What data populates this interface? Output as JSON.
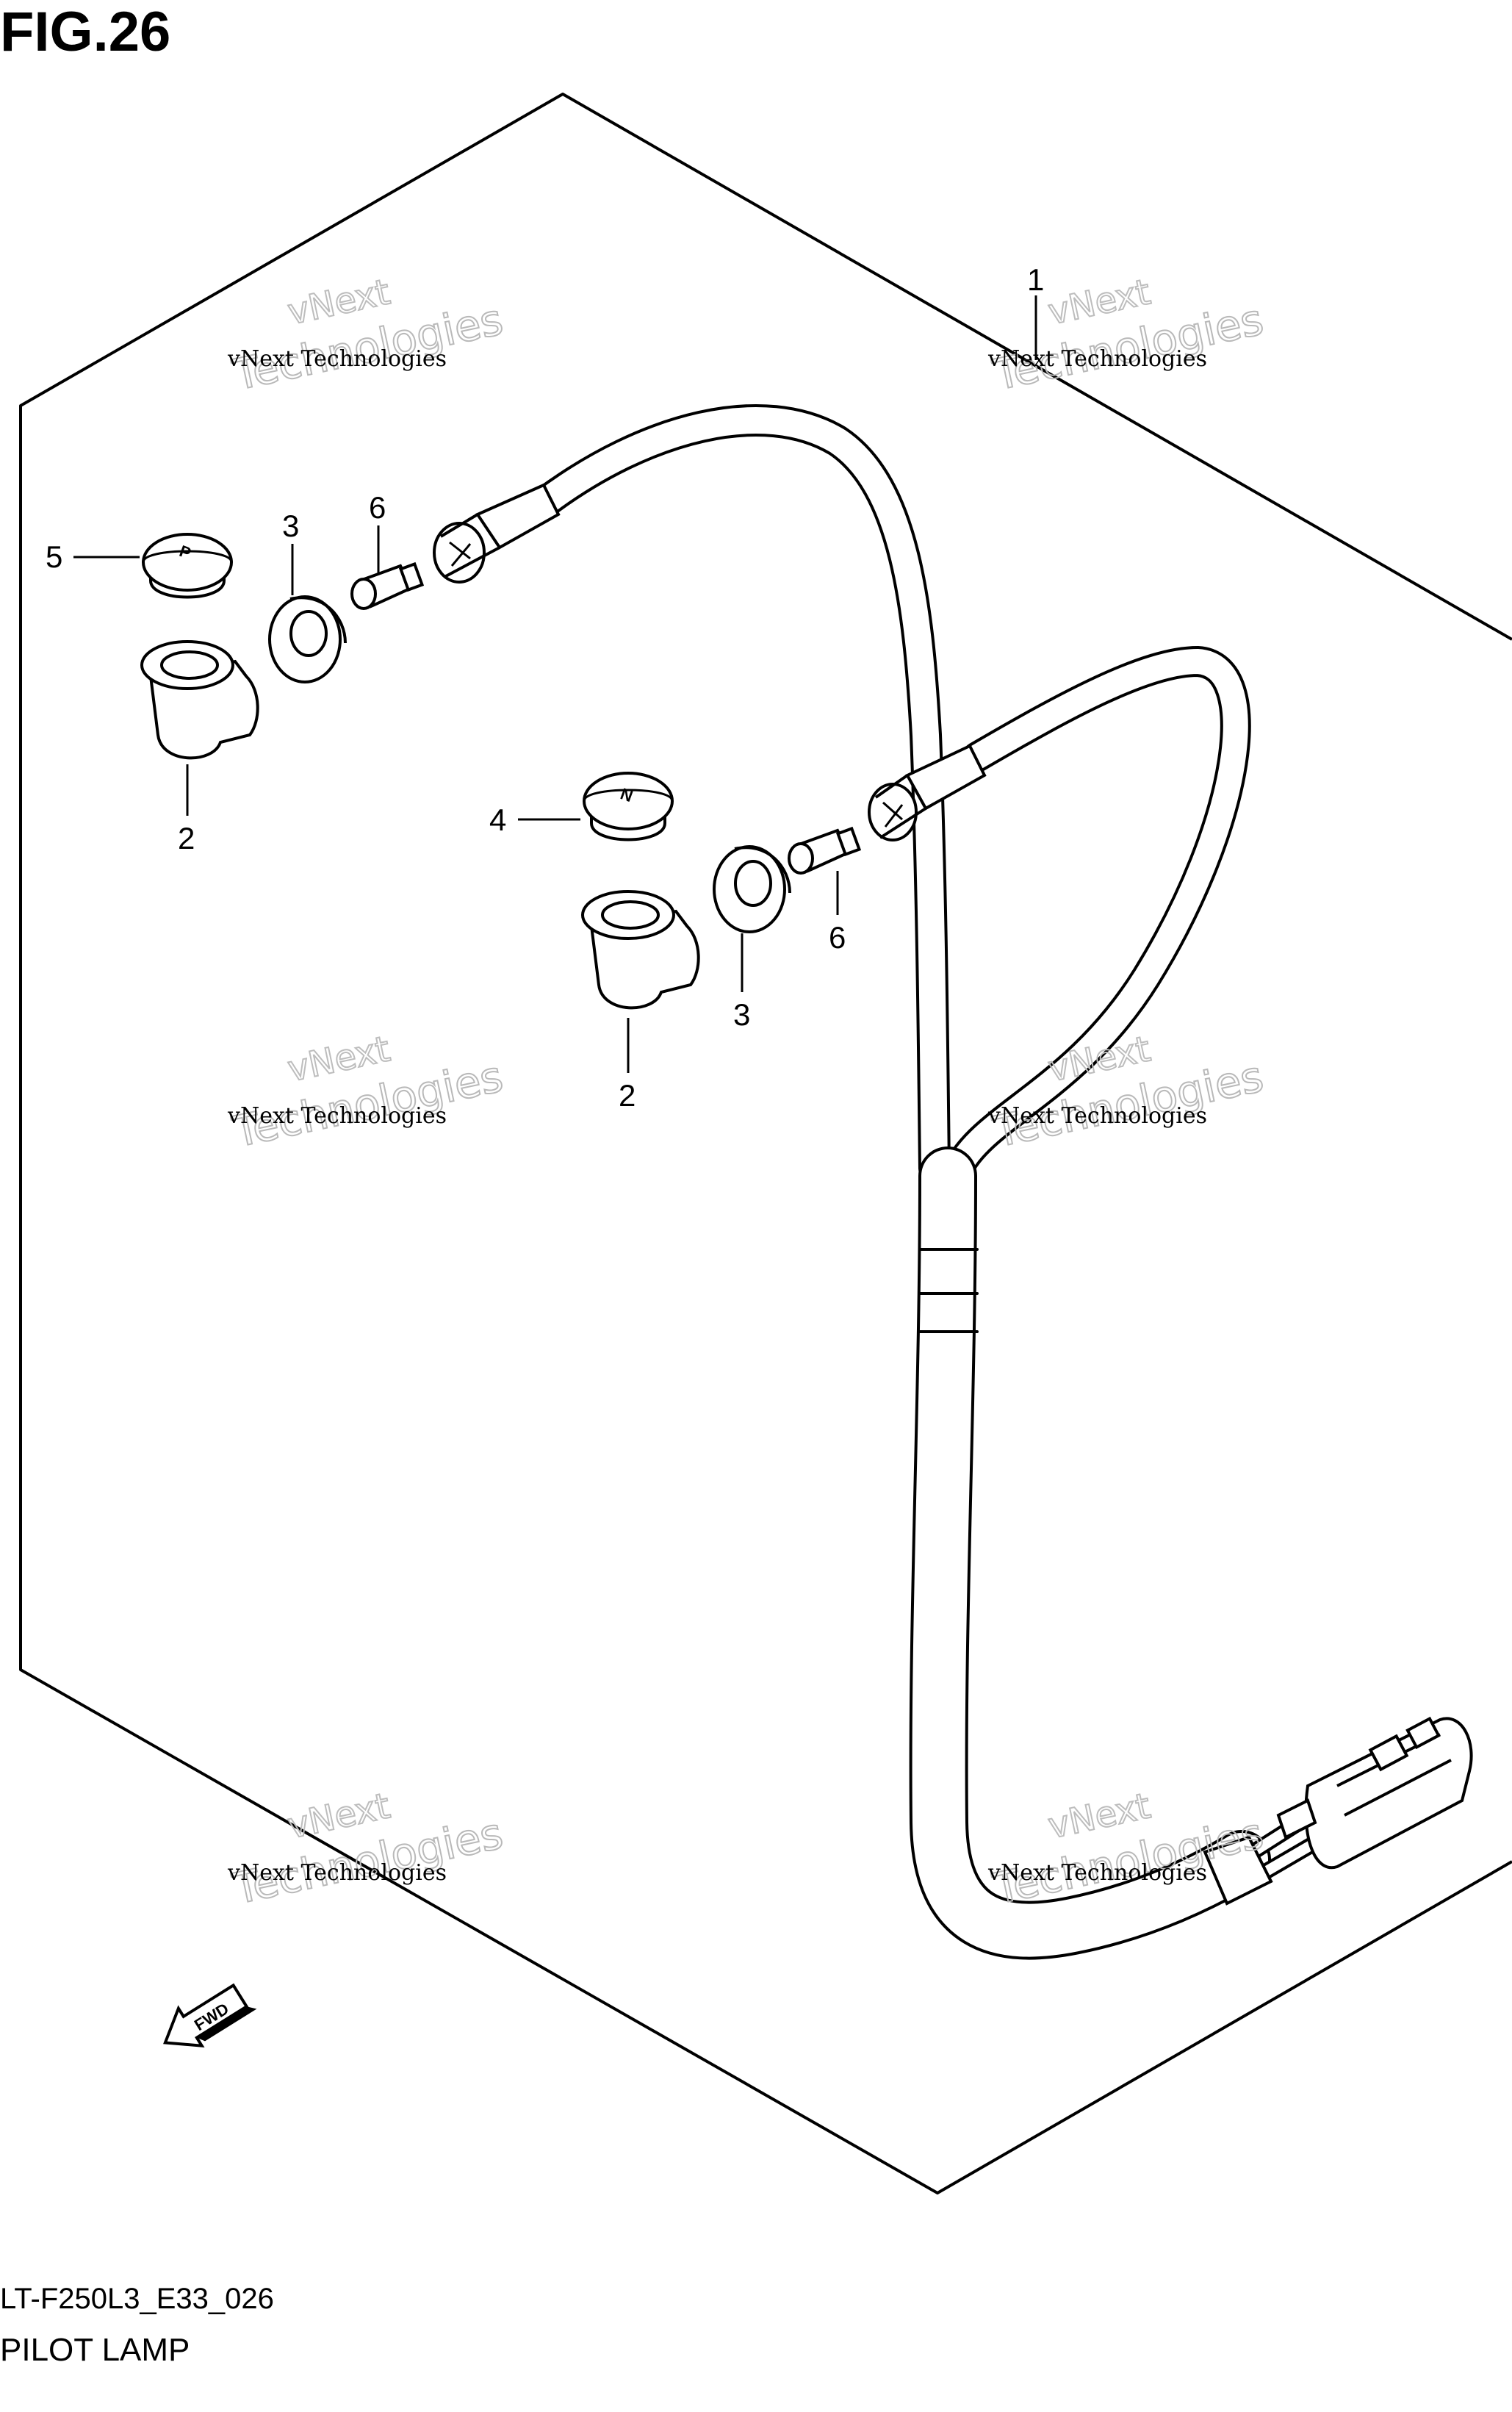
{
  "figure": {
    "title": "FIG.26",
    "code": "LT-F250L3_E33_026",
    "caption": "PILOT LAMP"
  },
  "callouts": {
    "c1": "1",
    "c2a": "2",
    "c2b": "2",
    "c3a": "3",
    "c3b": "3",
    "c4": "4",
    "c5": "5",
    "c6a": "6",
    "c6b": "6"
  },
  "parts": {
    "cap_left": "P",
    "cap_right": "N"
  },
  "fwd_arrow": "FWD",
  "watermark": {
    "line1": "vNext Technologies",
    "line2": "Technologies",
    "line3": "vNext"
  }
}
